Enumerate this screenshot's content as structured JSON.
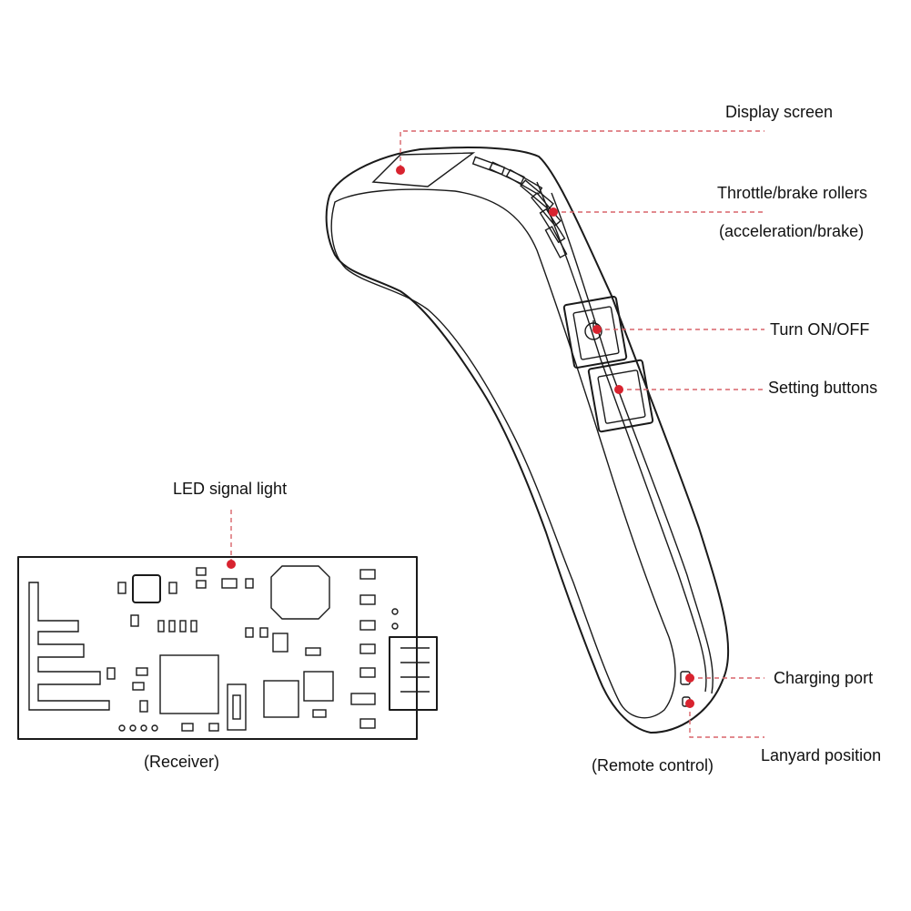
{
  "labels": {
    "display_screen": "Display screen",
    "throttle_rollers_1": "Throttle/brake rollers",
    "throttle_rollers_2": "(acceleration/brake)",
    "turn_on_off": "Turn ON/OFF",
    "setting_buttons": "Setting buttons",
    "charging_port": "Charging port",
    "lanyard_position": "Lanyard position",
    "remote_caption": "(Remote control)",
    "led_signal_light": "LED signal light",
    "receiver_caption": "(Receiver)"
  },
  "colors": {
    "callout": "#d9646a",
    "dot": "#d8232f",
    "ink": "#1a1a1a"
  }
}
